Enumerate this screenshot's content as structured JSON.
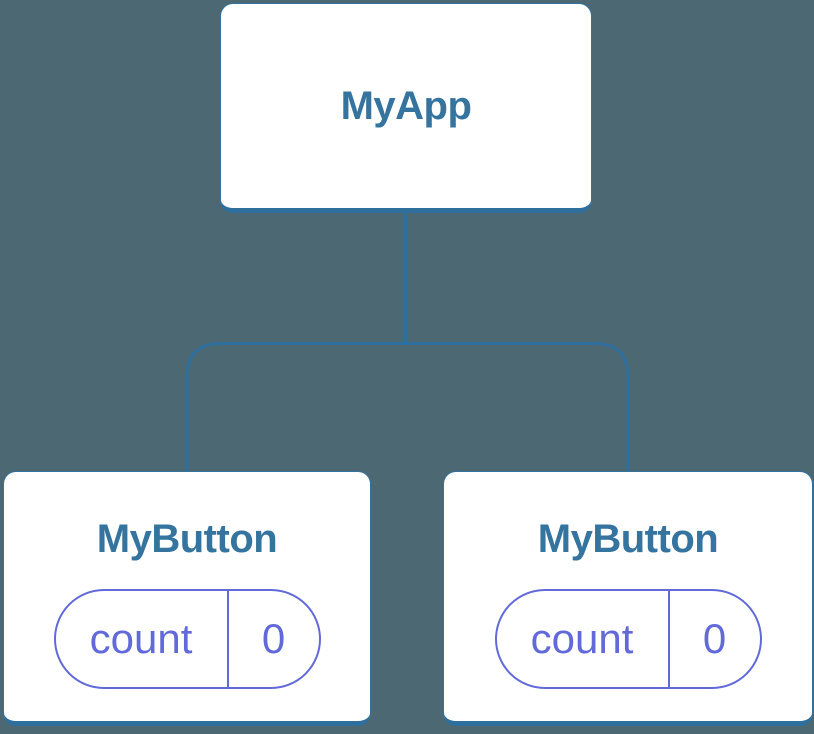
{
  "colors": {
    "background": "#4c6872",
    "node_fill": "#ffffff",
    "node_text": "#35749e",
    "node_border": "#33729f",
    "connector": "#2e6f9e",
    "state": "#6269d8"
  },
  "tree": {
    "root": {
      "label": "MyApp"
    },
    "children": [
      {
        "label": "MyButton",
        "state": {
          "name": "count",
          "value": "0"
        }
      },
      {
        "label": "MyButton",
        "state": {
          "name": "count",
          "value": "0"
        }
      }
    ]
  }
}
